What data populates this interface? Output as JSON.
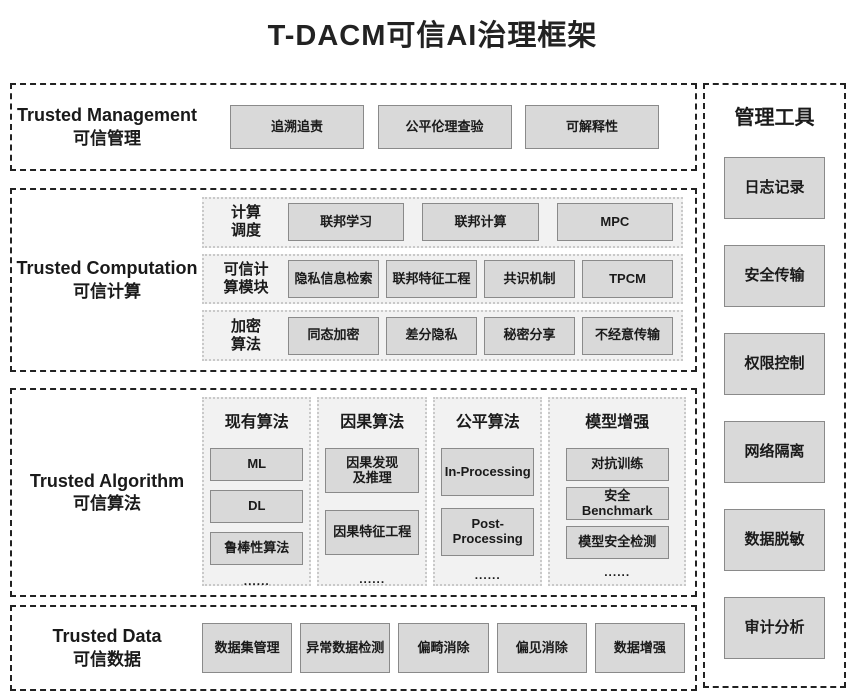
{
  "title": "T-DACM可信AI治理框架",
  "management": {
    "label_en": "Trusted Management",
    "label_zh": "可信管理",
    "boxes": [
      "追溯追责",
      "公平伦理查验",
      "可解释性"
    ]
  },
  "computation": {
    "label_en": "Trusted Computation",
    "label_zh": "可信计算",
    "rows": [
      {
        "label": "计算\n调度",
        "boxes": [
          "联邦学习",
          "联邦计算",
          "MPC"
        ]
      },
      {
        "label": "可信计\n算模块",
        "boxes": [
          "隐私信息检索",
          "联邦特征工程",
          "共识机制",
          "TPCM"
        ]
      },
      {
        "label": "加密\n算法",
        "boxes": [
          "同态加密",
          "差分隐私",
          "秘密分享",
          "不经意传输"
        ]
      }
    ]
  },
  "algorithm": {
    "label_en": "Trusted Algorithm",
    "label_zh": "可信算法",
    "columns": [
      {
        "header": "现有算法",
        "boxes": [
          "ML",
          "DL",
          "鲁棒性算法"
        ],
        "more": "......"
      },
      {
        "header": "因果算法",
        "boxes": [
          "因果发现\n及推理",
          "因果特征工程"
        ],
        "more": "......"
      },
      {
        "header": "公平算法",
        "boxes": [
          "In-Processing",
          "Post-\nProcessing"
        ],
        "more": "......"
      },
      {
        "header": "模型增强",
        "boxes": [
          "对抗训练",
          "安全\nBenchmark",
          "模型安全检测"
        ],
        "more": "......"
      }
    ]
  },
  "data_layer": {
    "label_en": "Trusted Data",
    "label_zh": "可信数据",
    "boxes": [
      "数据集管理",
      "异常数据检测",
      "偏畸消除",
      "偏见消除",
      "数据增强"
    ]
  },
  "tools": {
    "header": "管理工具",
    "boxes": [
      "日志记录",
      "安全传输",
      "权限控制",
      "网络隔离",
      "数据脱敏",
      "审计分析"
    ]
  },
  "colors": {
    "box_fill": "#d9d9d9",
    "box_border": "#8a8a8a",
    "panel_fill": "#f2f2f2",
    "panel_border": "#c9c9c9",
    "outline": "#222222",
    "text": "#1a1a1a"
  }
}
